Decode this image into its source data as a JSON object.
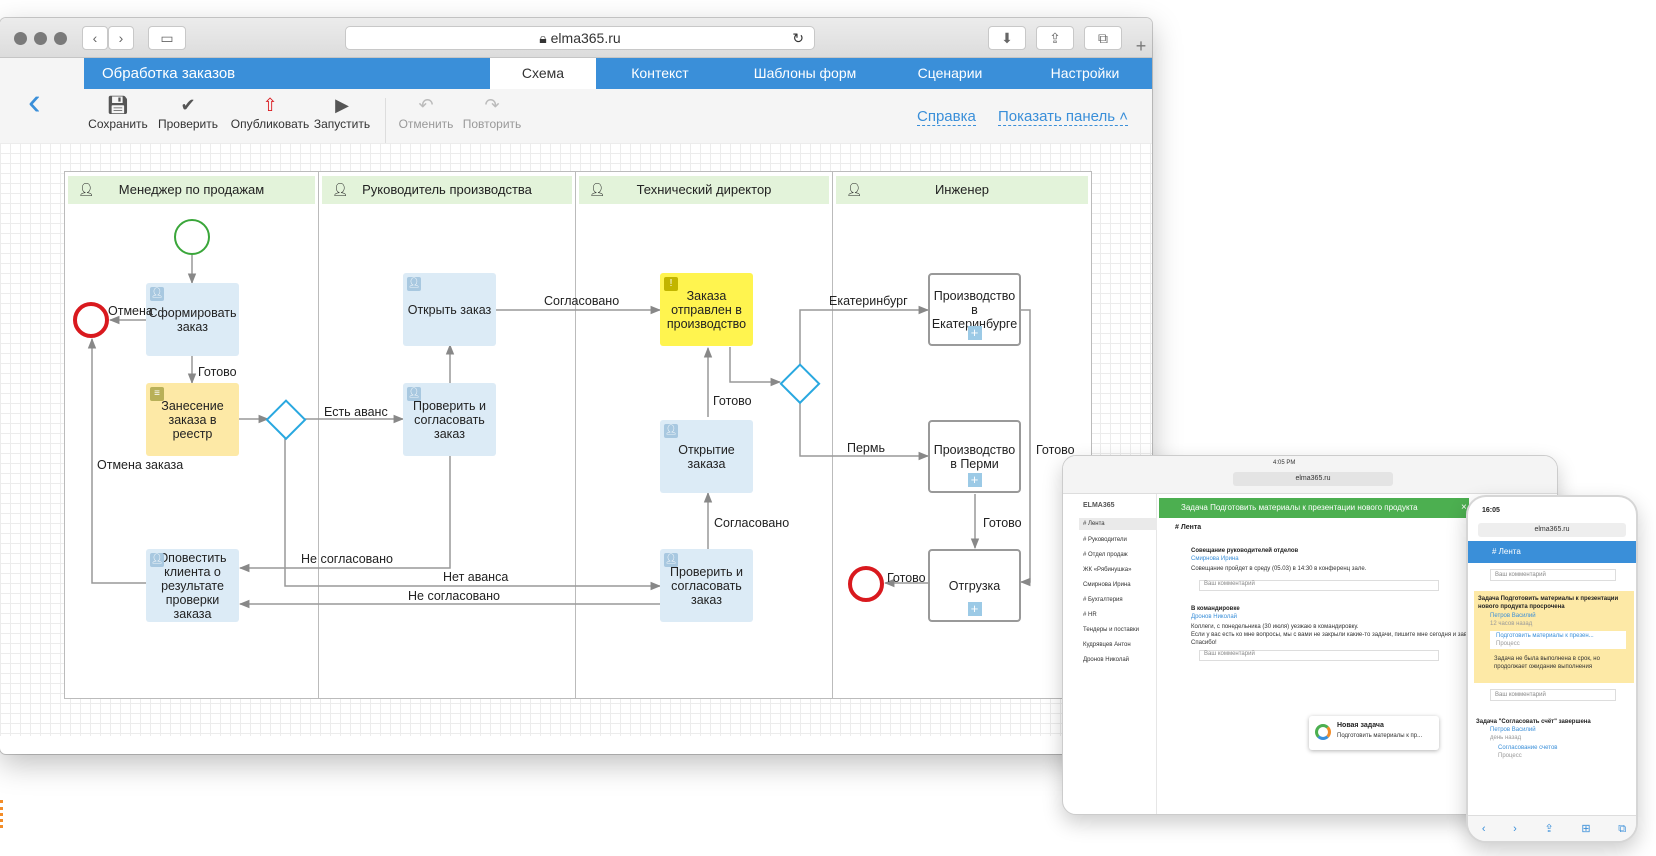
{
  "browser": {
    "url": "elma365.ru"
  },
  "header": {
    "title": "Обработка заказов",
    "tabs": [
      "Схема",
      "Контекст",
      "Шаблоны форм",
      "Сценарии",
      "Настройки"
    ]
  },
  "toolbar": {
    "save": "Сохранить",
    "check": "Проверить",
    "publish": "Опубликовать",
    "run": "Запустить",
    "undo": "Отменить",
    "redo": "Повторить",
    "help": "Справка",
    "show_panel": "Показать панель"
  },
  "lanes": [
    "Менеджер по продажам",
    "Руководитель производства",
    "Технический директор",
    "Инженер"
  ],
  "tasks": {
    "form_order": "Сформировать заказ",
    "register": "Занесение заказа в реестр",
    "notify": "Оповестить клиента о результате проверки заказа",
    "open_order": "Открыть заказ",
    "check_approve1": "Проверить и согласовать заказ",
    "sent": "Заказа отправлен в производство",
    "opening": "Открытие заказа",
    "check_approve2": "Проверить и согласовать заказ",
    "prod_ekb": "Производство в Екатеринбурге",
    "prod_perm": "Производство в Перми",
    "shipping": "Отгрузка"
  },
  "labels": {
    "cancel": "Отмена",
    "ready1": "Готово",
    "cancel_order": "Отмена заказа",
    "advance": "Есть аванс",
    "agreed1": "Согласовано",
    "not_agreed1": "Не согласовано",
    "no_advance": "Нет аванса",
    "not_agreed2": "Не согласовано",
    "ready2": "Готово",
    "agreed2": "Согласовано",
    "ekb": "Екатеринбург",
    "perm": "Пермь",
    "ready3": "Готово",
    "ready4": "Готово",
    "ready5": "Готово"
  },
  "tablet": {
    "url": "elma365.ru",
    "logo": "ELMA365",
    "banner": "Задача Подготовить материалы к презентации нового продукта",
    "feed_title": "# Лента",
    "sidebar": [
      "# Лента",
      "# Руководители",
      "# Отдел продаж",
      "ЖК «Рябинушка»",
      "Смирнова Ирина",
      "# Бухгалтерия",
      "# HR",
      "Тендеры и поставки",
      "Кудрявцев Антон",
      "Дронов Николай"
    ],
    "post1_title": "Совещание руководителей отделов",
    "post1_author": "Смирнова Ирина",
    "post1_text": "Совещание пройдет в среду (05.03) в 14:30 в конференц зале.",
    "comment": "Ваш комментарий",
    "post2_title": "В командировке",
    "post2_author": "Дронов Николай",
    "post2_text": "Коллеги, с понедельника (30 июля) уезжаю в командировку.",
    "post2_text2": "Если у вас есть ко мне вопросы, мы с вами не закрыли какие-то задачи, пишите мне сегодня и завтра.",
    "post2_text3": "Спасибо!",
    "toast_title": "Новая задача",
    "toast_text": "Подготовить материалы к пр..."
  },
  "phone": {
    "time": "16:05",
    "url": "elma365.ru",
    "feed_title": "# Лента",
    "comment": "Ваш комментарий",
    "alert_title": "Задача Подготовить материалы к презентации нового продукта просрочена",
    "alert_user": "Петров Василий",
    "alert_time": "12 часов назад",
    "alert_link": "Подготовить материалы к презен...",
    "alert_sub": "Процесс",
    "alert_text": "Задача не была выполнена в срок, но продолжает ожидание выполнения",
    "done_title": "Задача \"Согласовать счёт\" завершена",
    "done_user": "Петров Василий",
    "done_time": "день назад",
    "done_link": "Согласование счетов",
    "done_sub": "Процесс"
  },
  "colors": {
    "accent": "#3a8fd9",
    "lane_header": "#e3f3da",
    "task": "#dcebf6",
    "highlight": "#fff44f",
    "end_event": "#d9191e",
    "start_event": "#3aa63a"
  }
}
